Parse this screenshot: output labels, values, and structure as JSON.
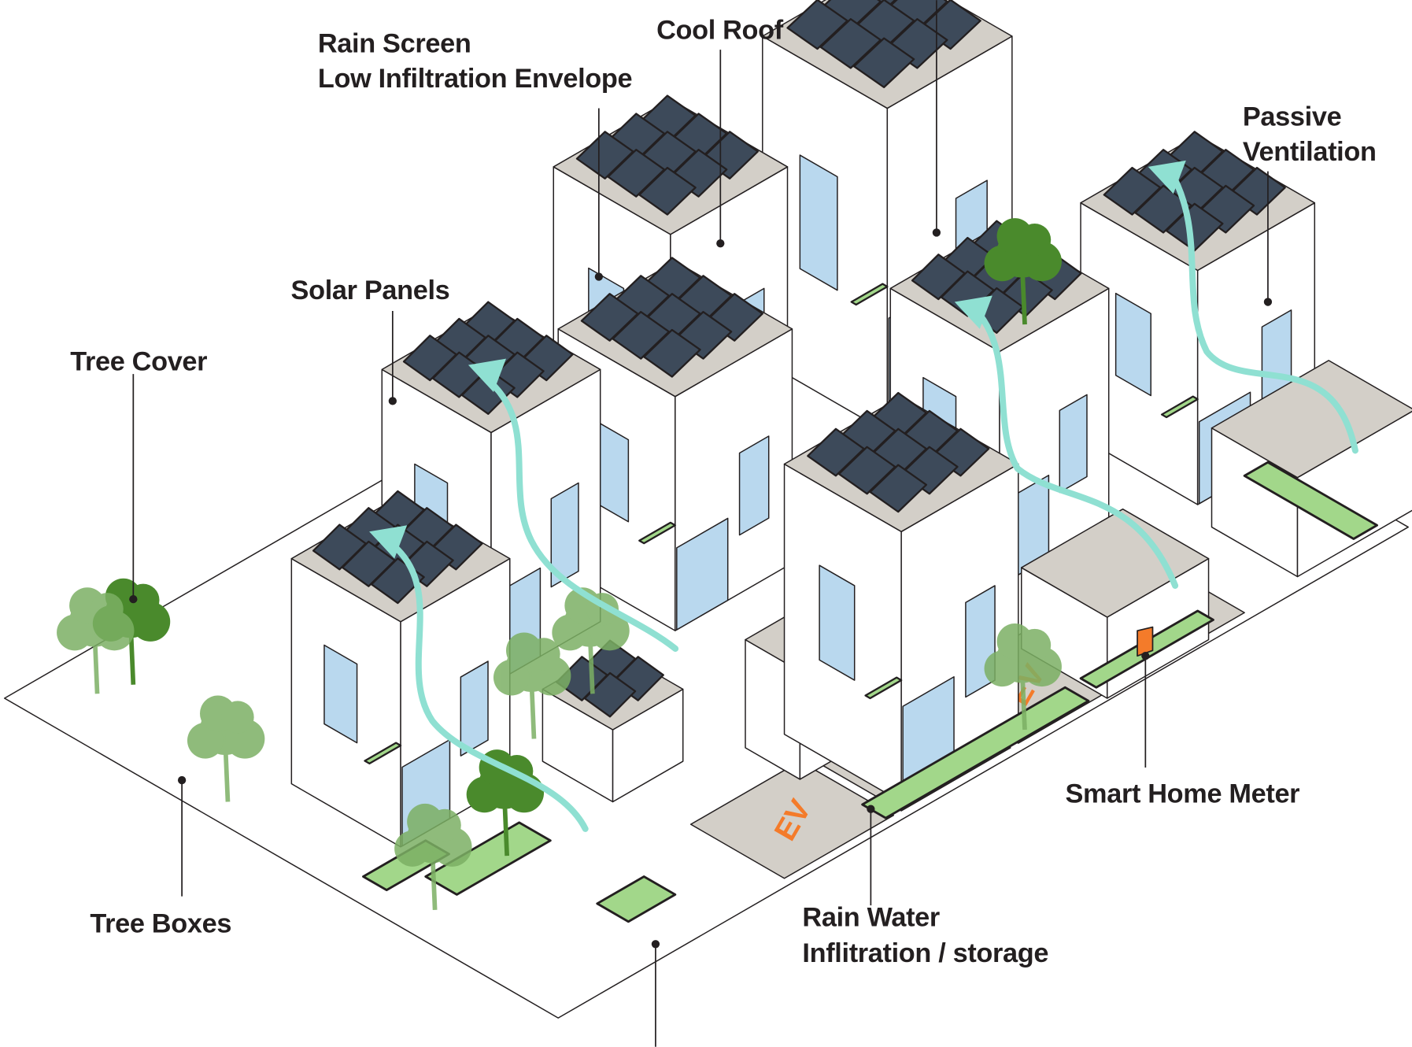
{
  "labels": {
    "rain_screen": "Rain Screen",
    "low_infiltration": "Low Infiltration Envelope",
    "cool_roof": "Cool Roof",
    "passive": "Passive",
    "ventilation": "Ventilation",
    "solar_panels": "Solar Panels",
    "tree_cover": "Tree Cover",
    "tree_boxes": "Tree Boxes",
    "rain_water": "Rain Water",
    "inflitration": "Inflitration / storage",
    "smart_meter": "Smart Home Meter"
  },
  "ev_spots": [
    "EV",
    "EV",
    "EV",
    "EV"
  ],
  "colors": {
    "wall": "#ffffff",
    "roof": "#d3cfc8",
    "solar": "#3d4a5a",
    "glass": "#b9d8ee",
    "green_roof": "#a2d78a",
    "tree_dark": "#4a8a2c",
    "tree_light": "#7cb064",
    "airflow": "#8fe0d2",
    "ev_text": "#f47b2a",
    "meter": "#f47b2a",
    "ink": "#231f20"
  }
}
